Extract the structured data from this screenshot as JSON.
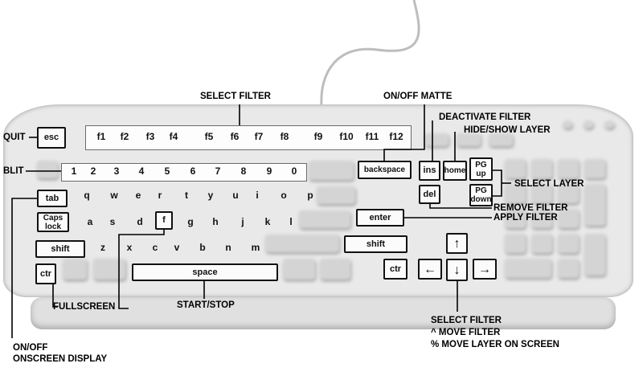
{
  "fkeys": [
    "f1",
    "f2",
    "f3",
    "f4",
    "f5",
    "f6",
    "f7",
    "f8",
    "f9",
    "f10",
    "f11",
    "f12"
  ],
  "numkeys": [
    "1",
    "2",
    "3",
    "4",
    "5",
    "6",
    "7",
    "8",
    "9",
    "0"
  ],
  "letters_row1": [
    "q",
    "w",
    "e",
    "r",
    "t",
    "y",
    "u",
    "i",
    "o",
    "p"
  ],
  "letters_row2": [
    "a",
    "s",
    "d",
    "f",
    "g",
    "h",
    "j",
    "k",
    "l"
  ],
  "letters_row3": [
    "z",
    "x",
    "c",
    "v",
    "b",
    "n",
    "m"
  ],
  "keys": {
    "esc": "esc",
    "tab": "tab",
    "caps": "Caps lock",
    "shift_left": "shift",
    "ctr_left": "ctr",
    "space": "space",
    "f": "f",
    "backspace": "backspace",
    "ins": "ins",
    "home": "home",
    "pgup": "PG up",
    "del": "del",
    "pgdown": "PG down",
    "enter": "enter",
    "shift_right": "shift",
    "ctr_right": "ctr",
    "up": "↑",
    "left": "←",
    "down": "↓",
    "right": "→"
  },
  "labels": {
    "select_filter_top": "SELECT FILTER",
    "quit": "QUIT",
    "blit": "BLIT",
    "on_off_matte": "ON/OFF MATTE",
    "deactivate_filter": "DEACTIVATE FILTER",
    "hide_show_layer": "HIDE/SHOW LAYER",
    "select_layer": "SELECT LAYER",
    "remove_filter": "REMOVE FILTER",
    "apply_filter": "APPLY FILTER",
    "fullscreen": "FULLSCREEN",
    "start_stop": "START/STOP",
    "onscreen_1": "ON/OFF",
    "onscreen_2": "ONSCREEN DISPLAY",
    "arrows_1": "SELECT FILTER",
    "arrows_2": "^ MOVE FILTER",
    "arrows_3": "% MOVE LAYER ON SCREEN"
  }
}
